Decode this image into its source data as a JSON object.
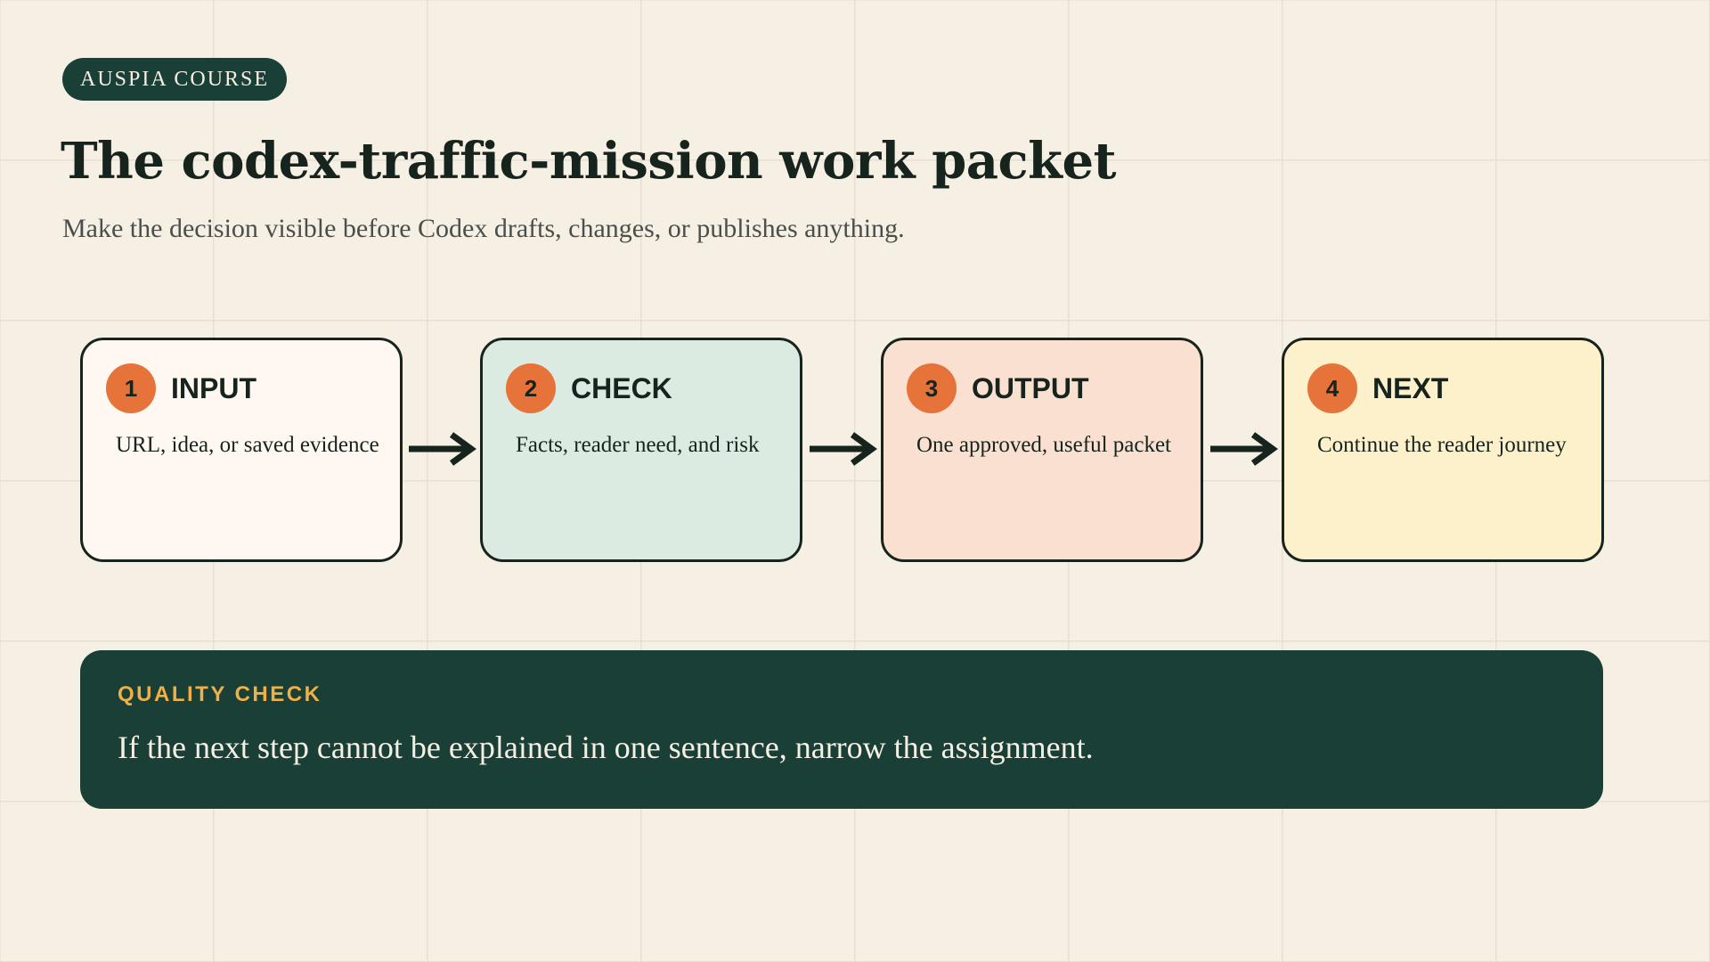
{
  "badge": "AUSPIA COURSE",
  "title": "The codex-traffic-mission work packet",
  "subtitle": "Make the decision visible before Codex drafts, changes, or publishes anything.",
  "steps": [
    {
      "number": "1",
      "label": "INPUT",
      "description": "URL, idea, or saved evidence",
      "color": "#fef8f0"
    },
    {
      "number": "2",
      "label": "CHECK",
      "description": "Facts, reader need, and risk",
      "color": "#dcebe1"
    },
    {
      "number": "3",
      "label": "OUTPUT",
      "description": "One approved, useful packet",
      "color": "#f9e0d0"
    },
    {
      "number": "4",
      "label": "NEXT",
      "description": "Continue the reader journey",
      "color": "#fdf1cb"
    }
  ],
  "quality": {
    "label": "QUALITY CHECK",
    "text": "If the next step cannot be explained in one sentence, narrow the assignment."
  },
  "colors": {
    "background": "#f6efe4",
    "dark_green": "#1a3f37",
    "accent_orange": "#e6733a",
    "label_gold": "#f0b046",
    "ink": "#17231d"
  }
}
